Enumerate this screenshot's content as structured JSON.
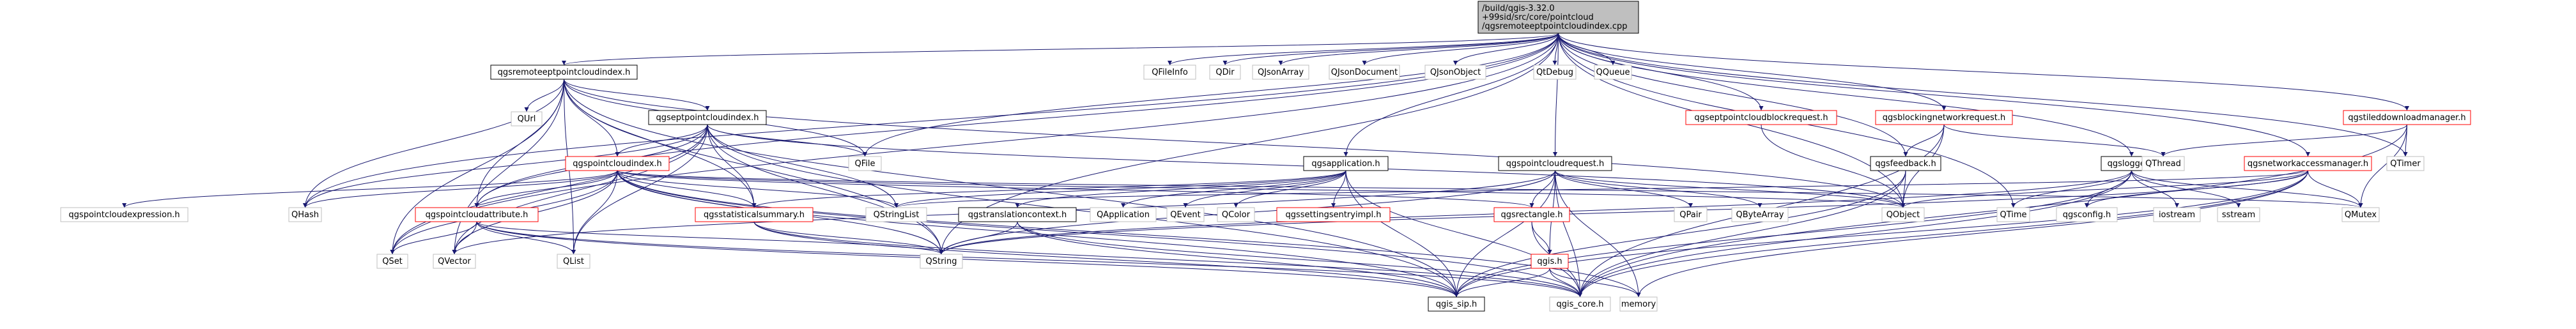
{
  "diagram": {
    "colors": {
      "edge": "#191970",
      "box_border": "#000000",
      "red_border": "#ff0000",
      "muted_border": "#bfbfbf",
      "root_fill": "#bfbfbf",
      "box_fill": "#ffffff",
      "text": "#000000"
    },
    "nodes": [
      {
        "id": "root",
        "lines": [
          "/build/qgis-3.32.0",
          "+99sid/src/core/pointcloud",
          "/qgsremoteeptpointcloudindex.cpp"
        ],
        "style": "root"
      },
      {
        "id": "remoteept_h",
        "lines": [
          "qgsremoteeptpointcloudindex.h"
        ],
        "style": "black"
      },
      {
        "id": "eptpc_h",
        "lines": [
          "qgseptpointcloudindex.h"
        ],
        "style": "black"
      },
      {
        "id": "pcindex_h",
        "lines": [
          "qgspointcloudindex.h"
        ],
        "style": "red"
      },
      {
        "id": "pcattr_h",
        "lines": [
          "qgspointcloudattribute.h"
        ],
        "style": "red"
      },
      {
        "id": "statsum_h",
        "lines": [
          "qgsstatisticalsummary.h"
        ],
        "style": "red"
      },
      {
        "id": "pcexpr_h",
        "lines": [
          "qgspointcloudexpression.h"
        ],
        "style": "muted"
      },
      {
        "id": "qhash",
        "lines": [
          "QHash"
        ],
        "style": "muted"
      },
      {
        "id": "qset",
        "lines": [
          "QSet"
        ],
        "style": "muted"
      },
      {
        "id": "qvector",
        "lines": [
          "QVector"
        ],
        "style": "muted"
      },
      {
        "id": "qlist",
        "lines": [
          "QList"
        ],
        "style": "muted"
      },
      {
        "id": "qurl",
        "lines": [
          "QUrl"
        ],
        "style": "muted"
      },
      {
        "id": "qfile",
        "lines": [
          "QFile"
        ],
        "style": "muted"
      },
      {
        "id": "qstringlist",
        "lines": [
          "QStringList"
        ],
        "style": "muted"
      },
      {
        "id": "qstring",
        "lines": [
          "QString"
        ],
        "style": "muted"
      },
      {
        "id": "qfileinfo",
        "lines": [
          "QFileInfo"
        ],
        "style": "muted"
      },
      {
        "id": "qdir",
        "lines": [
          "QDir"
        ],
        "style": "muted"
      },
      {
        "id": "qjsonarray",
        "lines": [
          "QJsonArray"
        ],
        "style": "muted"
      },
      {
        "id": "qjsondoc",
        "lines": [
          "QJsonDocument"
        ],
        "style": "muted"
      },
      {
        "id": "qjsonobject",
        "lines": [
          "QJsonObject"
        ],
        "style": "muted"
      },
      {
        "id": "qtdebug",
        "lines": [
          "QtDebug"
        ],
        "style": "muted"
      },
      {
        "id": "qqueue",
        "lines": [
          "QQueue"
        ],
        "style": "muted"
      },
      {
        "id": "qgsapp_h",
        "lines": [
          "qgsapplication.h"
        ],
        "style": "black"
      },
      {
        "id": "translation_h",
        "lines": [
          "qgstranslationcontext.h"
        ],
        "style": "black"
      },
      {
        "id": "qapplication",
        "lines": [
          "QApplication"
        ],
        "style": "muted"
      },
      {
        "id": "qevent",
        "lines": [
          "QEvent"
        ],
        "style": "muted"
      },
      {
        "id": "qcolor",
        "lines": [
          "QColor"
        ],
        "style": "muted"
      },
      {
        "id": "settingsimpl_h",
        "lines": [
          "qgssettingsentryimpl.h"
        ],
        "style": "red"
      },
      {
        "id": "pcrequest_h",
        "lines": [
          "qgspointcloudrequest.h"
        ],
        "style": "black"
      },
      {
        "id": "rectangle_h",
        "lines": [
          "qgsrectangle.h"
        ],
        "style": "red"
      },
      {
        "id": "qpair",
        "lines": [
          "QPair"
        ],
        "style": "muted"
      },
      {
        "id": "qbytearray",
        "lines": [
          "QByteArray"
        ],
        "style": "muted"
      },
      {
        "id": "qgis_h",
        "lines": [
          "qgis.h"
        ],
        "style": "red"
      },
      {
        "id": "qgis_sip_h",
        "lines": [
          "qgis_sip.h"
        ],
        "style": "black"
      },
      {
        "id": "qgis_core_h",
        "lines": [
          "qgis_core.h"
        ],
        "style": "muted"
      },
      {
        "id": "memory",
        "lines": [
          "memory"
        ],
        "style": "muted"
      },
      {
        "id": "eptblockreq_h",
        "lines": [
          "qgseptpointcloudblockrequest.h"
        ],
        "style": "red"
      },
      {
        "id": "blocknetreq_h",
        "lines": [
          "qgsblockingnetworkrequest.h"
        ],
        "style": "red"
      },
      {
        "id": "feedback_h",
        "lines": [
          "qgsfeedback.h"
        ],
        "style": "black"
      },
      {
        "id": "qobject",
        "lines": [
          "QObject"
        ],
        "style": "muted"
      },
      {
        "id": "qtime",
        "lines": [
          "QTime"
        ],
        "style": "muted"
      },
      {
        "id": "qgslogger_h",
        "lines": [
          "qgslogger.h"
        ],
        "style": "black"
      },
      {
        "id": "qgsconfig_h",
        "lines": [
          "qgsconfig.h"
        ],
        "style": "muted"
      },
      {
        "id": "iostream",
        "lines": [
          "iostream"
        ],
        "style": "muted"
      },
      {
        "id": "sstream",
        "lines": [
          "sstream"
        ],
        "style": "muted"
      },
      {
        "id": "qthread",
        "lines": [
          "QThread"
        ],
        "style": "muted"
      },
      {
        "id": "netaccess_h",
        "lines": [
          "qgsnetworkaccessmanager.h"
        ],
        "style": "red"
      },
      {
        "id": "qmutex",
        "lines": [
          "QMutex"
        ],
        "style": "muted"
      },
      {
        "id": "tiledl_h",
        "lines": [
          "qgstileddownloadmanager.h"
        ],
        "style": "red"
      },
      {
        "id": "qtimer",
        "lines": [
          "QTimer"
        ],
        "style": "muted"
      }
    ],
    "edges": [
      [
        "root",
        "remoteept_h"
      ],
      [
        "root",
        "qfile"
      ],
      [
        "root",
        "qfileinfo"
      ],
      [
        "root",
        "qdir"
      ],
      [
        "root",
        "qjsonarray"
      ],
      [
        "root",
        "qjsondoc"
      ],
      [
        "root",
        "qjsonobject"
      ],
      [
        "root",
        "qtdebug"
      ],
      [
        "root",
        "qqueue"
      ],
      [
        "root",
        "qgsapp_h"
      ],
      [
        "root",
        "pcrequest_h"
      ],
      [
        "root",
        "eptblockreq_h"
      ],
      [
        "root",
        "blocknetreq_h"
      ],
      [
        "root",
        "feedback_h"
      ],
      [
        "root",
        "qtime"
      ],
      [
        "root",
        "qgslogger_h"
      ],
      [
        "root",
        "netaccess_h"
      ],
      [
        "root",
        "tiledl_h"
      ],
      [
        "root",
        "qtimer"
      ],
      [
        "root",
        "pcattr_h"
      ],
      [
        "root",
        "qhash"
      ],
      [
        "root",
        "qset"
      ],
      [
        "root",
        "qstring"
      ],
      [
        "root",
        "qobject"
      ],
      [
        "remoteept_h",
        "eptpc_h"
      ],
      [
        "remoteept_h",
        "qurl"
      ],
      [
        "remoteept_h",
        "qfile"
      ],
      [
        "remoteept_h",
        "qstring"
      ],
      [
        "remoteept_h",
        "qhash"
      ],
      [
        "remoteept_h",
        "qset"
      ],
      [
        "remoteept_h",
        "qvector"
      ],
      [
        "remoteept_h",
        "qlist"
      ],
      [
        "remoteept_h",
        "pcindex_h"
      ],
      [
        "remoteept_h",
        "pcattr_h"
      ],
      [
        "remoteept_h",
        "statsum_h"
      ],
      [
        "remoteept_h",
        "qobject"
      ],
      [
        "remoteept_h",
        "qgis_sip_h"
      ],
      [
        "eptpc_h",
        "pcindex_h"
      ],
      [
        "eptpc_h",
        "pcattr_h"
      ],
      [
        "eptpc_h",
        "statsum_h"
      ],
      [
        "eptpc_h",
        "qfile"
      ],
      [
        "eptpc_h",
        "qstringlist"
      ],
      [
        "eptpc_h",
        "qlist"
      ],
      [
        "eptpc_h",
        "qvector"
      ],
      [
        "eptpc_h",
        "qhash"
      ],
      [
        "eptpc_h",
        "qstring"
      ],
      [
        "eptpc_h",
        "qobject"
      ],
      [
        "eptpc_h",
        "qgis_sip_h"
      ],
      [
        "eptpc_h",
        "qset"
      ],
      [
        "pcindex_h",
        "pcexpr_h"
      ],
      [
        "pcindex_h",
        "qhash"
      ],
      [
        "pcindex_h",
        "pcattr_h"
      ],
      [
        "pcindex_h",
        "statsum_h"
      ],
      [
        "pcindex_h",
        "qstringlist"
      ],
      [
        "pcindex_h",
        "qstring"
      ],
      [
        "pcindex_h",
        "qlist"
      ],
      [
        "pcindex_h",
        "qvector"
      ],
      [
        "pcindex_h",
        "qset"
      ],
      [
        "pcindex_h",
        "rectangle_h"
      ],
      [
        "pcindex_h",
        "qgis_sip_h"
      ],
      [
        "pcindex_h",
        "qgis_core_h"
      ],
      [
        "pcindex_h",
        "qobject"
      ],
      [
        "pcindex_h",
        "memory"
      ],
      [
        "pcindex_h",
        "qmutex"
      ],
      [
        "pcattr_h",
        "qgis_core_h"
      ],
      [
        "pcattr_h",
        "qlist"
      ],
      [
        "pcattr_h",
        "qvector"
      ],
      [
        "pcattr_h",
        "qstring"
      ],
      [
        "pcattr_h",
        "qset"
      ],
      [
        "pcattr_h",
        "qgis_sip_h"
      ],
      [
        "statsum_h",
        "qgis_core_h"
      ],
      [
        "statsum_h",
        "qgis_sip_h"
      ],
      [
        "statsum_h",
        "qstring"
      ],
      [
        "qgsapp_h",
        "translation_h"
      ],
      [
        "qgsapp_h",
        "qapplication"
      ],
      [
        "qgsapp_h",
        "qevent"
      ],
      [
        "qgsapp_h",
        "qcolor"
      ],
      [
        "qgsapp_h",
        "settingsimpl_h"
      ],
      [
        "qgsapp_h",
        "qstringlist"
      ],
      [
        "qgsapp_h",
        "qgis_sip_h"
      ],
      [
        "qgsapp_h",
        "qgis_core_h"
      ],
      [
        "qgsapp_h",
        "statsum_h"
      ],
      [
        "translation_h",
        "qstring"
      ],
      [
        "translation_h",
        "qgis_core_h"
      ],
      [
        "translation_h",
        "qgis_sip_h"
      ],
      [
        "pcrequest_h",
        "rectangle_h"
      ],
      [
        "pcrequest_h",
        "qpair"
      ],
      [
        "pcrequest_h",
        "qbytearray"
      ],
      [
        "pcrequest_h",
        "qgis_h"
      ],
      [
        "pcrequest_h",
        "qgis_core_h"
      ],
      [
        "pcrequest_h",
        "qgis_sip_h"
      ],
      [
        "pcrequest_h",
        "qobject"
      ],
      [
        "pcrequest_h",
        "qstring"
      ],
      [
        "pcrequest_h",
        "memory"
      ],
      [
        "pcrequest_h",
        "qvector"
      ],
      [
        "rectangle_h",
        "qgis_h"
      ],
      [
        "rectangle_h",
        "qgis_core_h"
      ],
      [
        "qgis_h",
        "qgis_sip_h"
      ],
      [
        "qgis_h",
        "qgis_core_h"
      ],
      [
        "qgis_h",
        "memory"
      ],
      [
        "eptblockreq_h",
        "qobject"
      ],
      [
        "blocknetreq_h",
        "feedback_h"
      ],
      [
        "blocknetreq_h",
        "qobject"
      ],
      [
        "blocknetreq_h",
        "qthread"
      ],
      [
        "blocknetreq_h",
        "qgis_core_h"
      ],
      [
        "feedback_h",
        "qobject"
      ],
      [
        "feedback_h",
        "qgis_core_h"
      ],
      [
        "feedback_h",
        "qgis_sip_h"
      ],
      [
        "qgslogger_h",
        "qtime"
      ],
      [
        "qgslogger_h",
        "qgsconfig_h"
      ],
      [
        "qgslogger_h",
        "iostream"
      ],
      [
        "qgslogger_h",
        "sstream"
      ],
      [
        "qgslogger_h",
        "qstring"
      ],
      [
        "qgslogger_h",
        "qgis_core_h"
      ],
      [
        "qgslogger_h",
        "qgis_sip_h"
      ],
      [
        "qgslogger_h",
        "qmutex"
      ],
      [
        "netaccess_h",
        "qobject"
      ],
      [
        "netaccess_h",
        "qmutex"
      ],
      [
        "netaccess_h",
        "qgis_core_h"
      ],
      [
        "netaccess_h",
        "qgsconfig_h"
      ],
      [
        "netaccess_h",
        "qstringlist"
      ],
      [
        "netaccess_h",
        "memory"
      ],
      [
        "netaccess_h",
        "qstring"
      ],
      [
        "netaccess_h",
        "qgis_sip_h"
      ],
      [
        "tiledl_h",
        "qthread"
      ],
      [
        "tiledl_h",
        "qtimer"
      ],
      [
        "tiledl_h",
        "qmutex"
      ],
      [
        "tiledl_h",
        "qgis_core_h"
      ]
    ]
  }
}
